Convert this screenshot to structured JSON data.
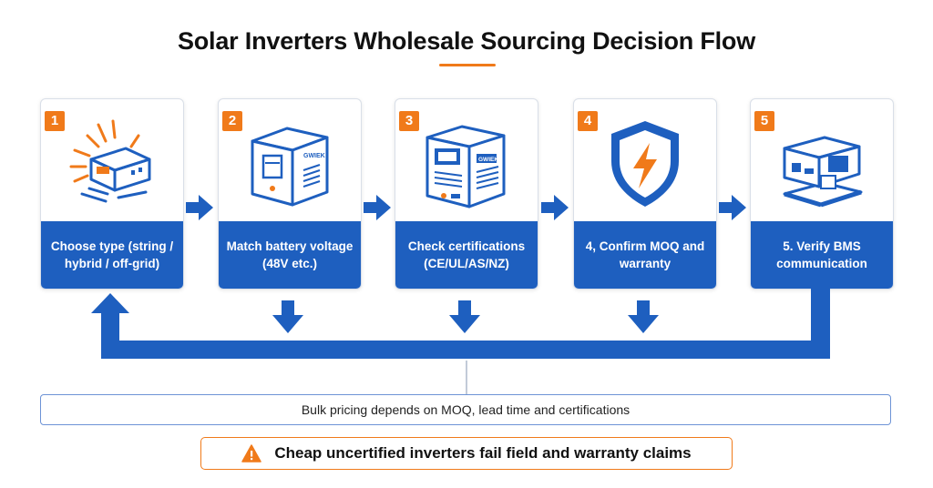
{
  "title": "Solar Inverters Wholesale Sourcing Decision Flow",
  "steps": [
    {
      "badge": "1",
      "label": "Choose type (string / hybrid / off-grid)",
      "icon": "inverter-sun-icon"
    },
    {
      "badge": "2",
      "label": "Match battery voltage (48V etc.)",
      "icon": "battery-inverter-icon",
      "brand": "GWIEK"
    },
    {
      "badge": "3",
      "label": "Check certifications (CE/UL/AS/NZ)",
      "icon": "certified-inverter-icon",
      "brand": "GWIEK"
    },
    {
      "badge": "4",
      "label": "4, Confirm MOQ and warranty",
      "icon": "shield-bolt-icon"
    },
    {
      "badge": "5",
      "label": "5. Verify BMS communication",
      "icon": "bms-module-icon"
    }
  ],
  "info": "Bulk pricing depends on MOQ, lead time and certifications",
  "warning": "Cheap uncertified inverters fail field and warranty claims",
  "colors": {
    "primary": "#1e5fbf",
    "accent": "#f07a1a"
  }
}
